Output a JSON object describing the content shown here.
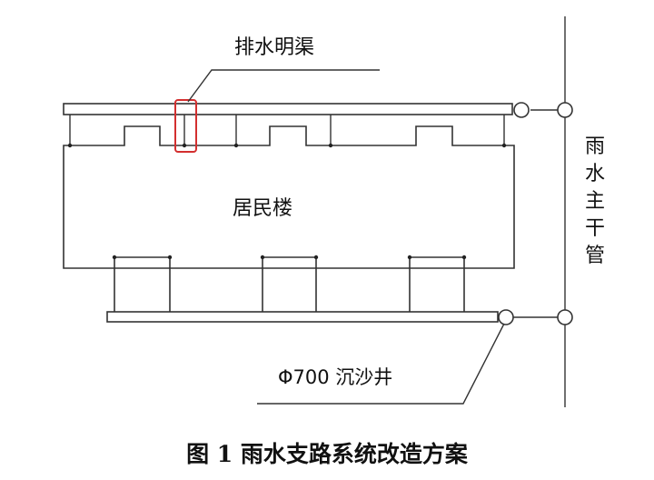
{
  "labels": {
    "open_drain": "排水明渠",
    "building": "居民楼",
    "rain_main": [
      "雨",
      "水",
      "主",
      "干",
      "管"
    ],
    "sand_well": "Φ700 沉沙井",
    "caption": "图 1   雨水支路系统改造方案"
  },
  "colors": {
    "line": "#333333",
    "highlight": "#d32f2f",
    "text": "#111111"
  }
}
